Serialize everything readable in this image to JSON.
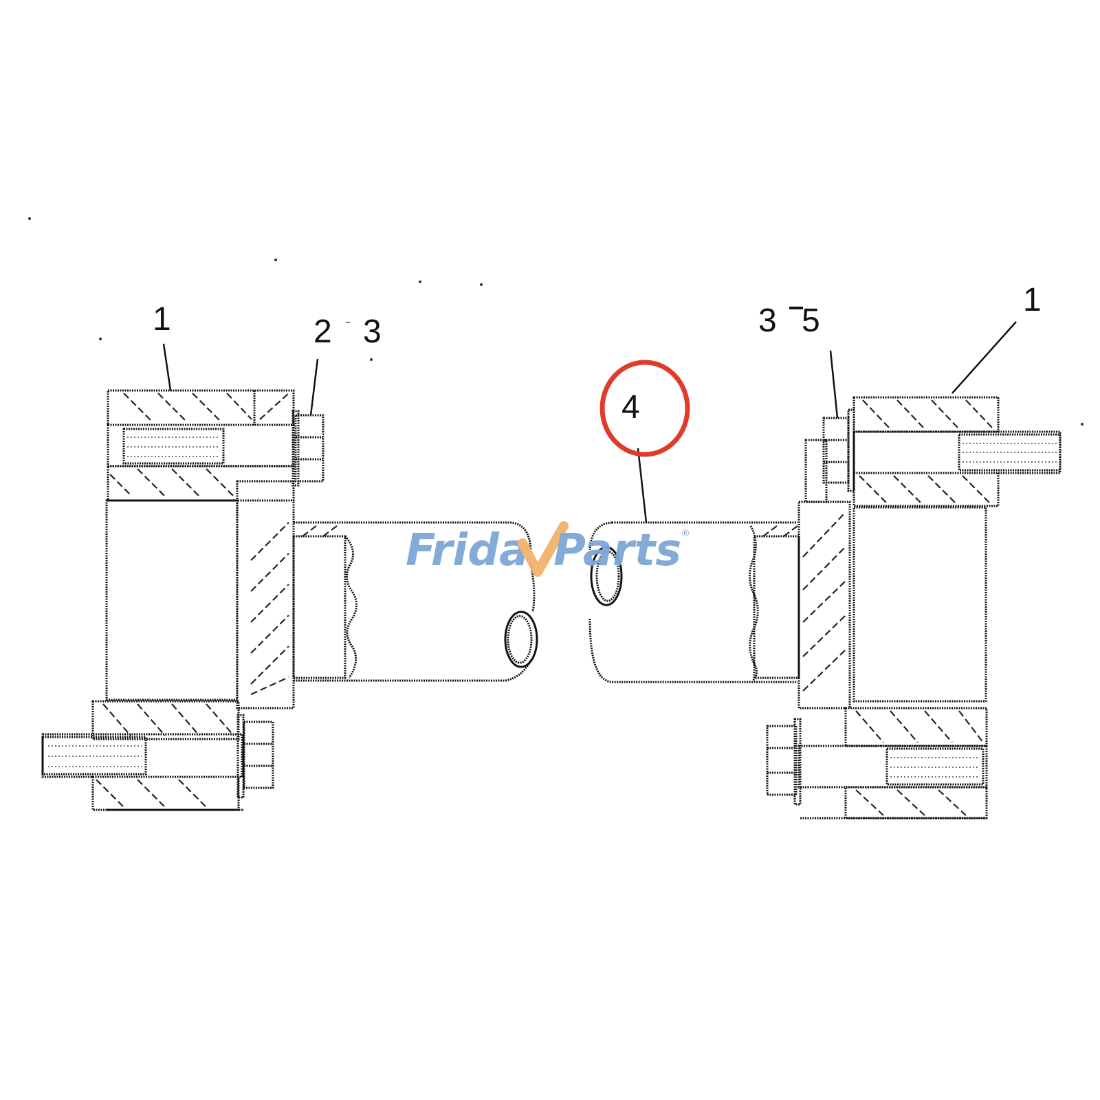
{
  "diagram": {
    "type": "exploded-parts-cross-section",
    "callouts": [
      {
        "id": "left-flange",
        "label": "1"
      },
      {
        "id": "left-bolt",
        "label": "2",
        "range_to": "3",
        "separator": "~"
      },
      {
        "id": "shaft",
        "label": "4",
        "highlighted": true
      },
      {
        "id": "right-bolt",
        "label": "3",
        "range_to": "5",
        "separator": "~"
      },
      {
        "id": "right-flange",
        "label": "1"
      }
    ],
    "highlight_color": "#e03a2a"
  },
  "watermark": {
    "part1": "Frida",
    "check_glyph": "y",
    "part2": "Parts",
    "registered": "®",
    "colors": {
      "text": "#7ea6d6",
      "check": "#f2b26b"
    }
  }
}
